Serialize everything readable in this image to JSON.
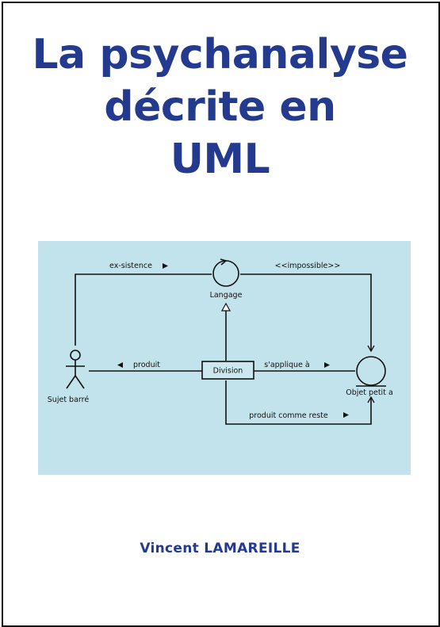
{
  "title": {
    "line1": "La psychanalyse",
    "line2": "décrite en",
    "line3": "UML"
  },
  "diagram": {
    "actor_label": "Sujet barré",
    "control_label": "Langage",
    "class_label": "Division",
    "entity_label": "Objet petit a",
    "edge_exsistence": "ex-sistence",
    "edge_impossible": "<<impossible>>",
    "edge_produit": "produit",
    "edge_applique": "s'applique à",
    "edge_reste": "produit comme reste"
  },
  "author": "Vincent LAMAREILLE",
  "colors": {
    "title": "#233a8f",
    "diagram_background": "#c3e3ec",
    "lines": "#111111"
  }
}
